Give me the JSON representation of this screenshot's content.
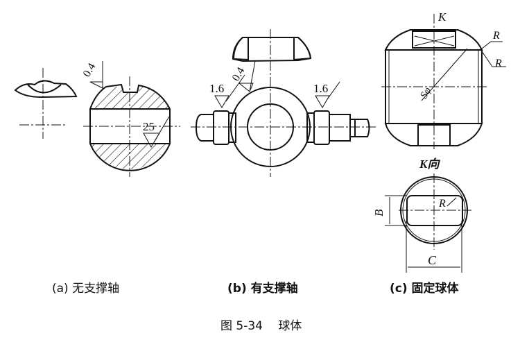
{
  "figure_a": {
    "roughness_top": "0.4",
    "roughness_bore": "25",
    "caption": "(a) 无支撑轴"
  },
  "figure_b": {
    "roughness_left": "1.6",
    "roughness_mid": "0.4",
    "roughness_right": "1.6",
    "caption": "(b) 有支撑轴"
  },
  "figure_c": {
    "label_k": "K",
    "label_r1": "R",
    "label_r2": "R",
    "label_sphere": "Sφ",
    "view_label": "K向",
    "label_b": "B",
    "label_c": "C",
    "label_r_slot": "R",
    "caption": "(c) 固定球体"
  },
  "figure_title": "图 5-34　 球体"
}
